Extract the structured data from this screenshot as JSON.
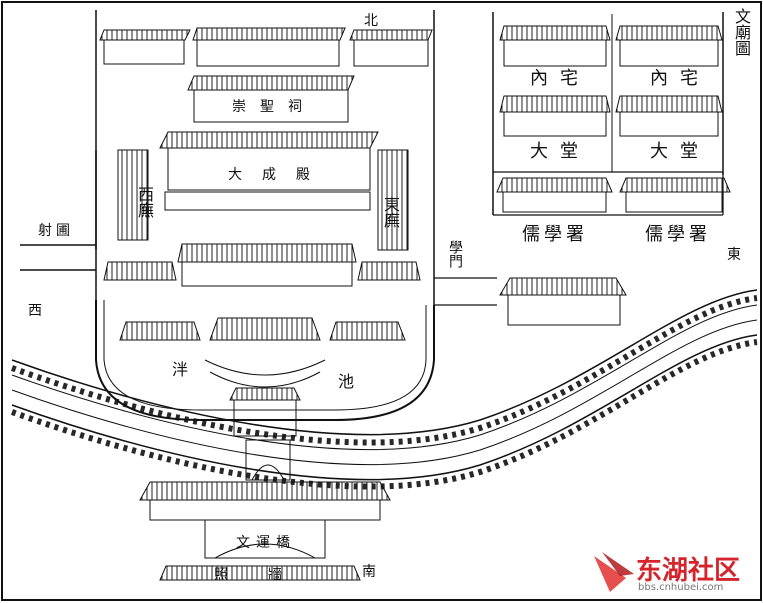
{
  "map": {
    "title": "文廟圖",
    "compass": {
      "north": "北",
      "south": "南",
      "east": "東",
      "west": "西"
    },
    "labels": {
      "inner_residence_left": "內宅",
      "inner_residence_right": "內宅",
      "great_hall_left": "大堂",
      "great_hall_right": "大堂",
      "confucian_office_left": "儒學署",
      "confucian_office_right": "儒學署",
      "memorial_hall": "崇聖祠",
      "main_hall": "大成殿",
      "west_wing": "西廡",
      "east_wing": "東廡",
      "archery_garden": "射圃",
      "school_gate": "學門",
      "pan_pool_left": "泮",
      "pan_pool_right": "池",
      "wenjin_bridge": "文運橋",
      "screen_wall": "照牆"
    }
  },
  "watermark": {
    "text": "东湖社区",
    "url": "bbs.cnhubei.com"
  }
}
